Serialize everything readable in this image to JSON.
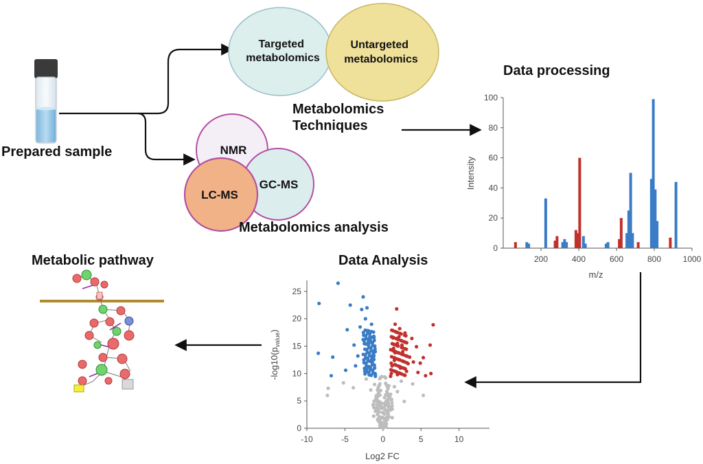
{
  "labels": {
    "prepared_sample": "Prepared sample",
    "targeted": [
      "Targeted",
      "metabolomics"
    ],
    "untargeted": [
      "Untargeted",
      "metabolomics"
    ],
    "techniques": [
      "Metabolomics",
      "Techniques"
    ],
    "nmr": "NMR",
    "lcms": "LC-MS",
    "gcms": "GC-MS",
    "analysis": "Metabolomics analysis",
    "data_processing": "Data processing",
    "data_analysis": "Data Analysis",
    "metabolic_pathway": "Metabolic pathway"
  },
  "colors": {
    "targeted_fill": "#dcefec",
    "untargeted_fill": "#efe09a",
    "nmr_fill": "#f4eef7",
    "lcms_fill": "#f1b287",
    "gcms_fill": "#dcedee",
    "ring": "#b34fa0",
    "blue": "#3a7cc5",
    "red": "#c0312d",
    "grey": "#bdbdbd",
    "membrane": "#b08a2c"
  },
  "chart_data": [
    {
      "type": "bar",
      "title": "",
      "xlabel": "m/z",
      "ylabel": "Intensity",
      "xlim": [
        0,
        1000
      ],
      "ylim": [
        0,
        100
      ],
      "xticks": [
        200,
        400,
        600,
        800,
        1000
      ],
      "yticks": [
        0,
        20,
        40,
        60,
        80,
        100
      ],
      "series": [
        {
          "name": "",
          "color": "blue",
          "x": [
            125,
            135,
            225,
            315,
            325,
            335,
            425,
            435,
            545,
            555,
            655,
            665,
            675,
            685,
            785,
            795,
            805,
            815,
            915
          ],
          "y": [
            4,
            3,
            33,
            4,
            6,
            4,
            8,
            3,
            3,
            4,
            10,
            25,
            50,
            10,
            46,
            99,
            39,
            18,
            44
          ]
        },
        {
          "name": "",
          "color": "red",
          "x": [
            65,
            275,
            285,
            385,
            395,
            405,
            615,
            625,
            715,
            885
          ],
          "y": [
            4,
            5,
            8,
            12,
            10,
            60,
            6,
            20,
            4,
            7
          ]
        }
      ]
    },
    {
      "type": "scatter",
      "title": "",
      "xlabel": "Log2 FC",
      "ylabel": "-log10(p_value)",
      "xlim": [
        -10,
        14
      ],
      "ylim": [
        0,
        27
      ],
      "xticks": [
        -10,
        -5,
        0,
        5,
        10
      ],
      "yticks": [
        0,
        5,
        10,
        15,
        20,
        25
      ],
      "series": [
        {
          "name": "",
          "color": "blue",
          "points": [
            [
              -8.4,
              22.8
            ],
            [
              -8.5,
              13.7
            ],
            [
              -5.9,
              26.5
            ],
            [
              -4.3,
              22.5
            ],
            [
              -4.7,
              18.0
            ],
            [
              -6.6,
              13.0
            ],
            [
              -3.8,
              15.2
            ],
            [
              -4.9,
              10.6
            ],
            [
              -2.6,
              24.0
            ],
            [
              -2.8,
              21.7
            ],
            [
              -2.3,
              20.0
            ],
            [
              -1.9,
              17.8
            ],
            [
              -3.0,
              18.5
            ],
            [
              -1.6,
              15.8
            ],
            [
              -1.3,
              14.0
            ],
            [
              -1.8,
              12.3
            ],
            [
              -1.1,
              11.0
            ],
            [
              -2.0,
              10.3
            ],
            [
              -3.3,
              13.2
            ],
            [
              -2.6,
              16.2
            ],
            [
              -1.2,
              16.8
            ],
            [
              -1.5,
              19.0
            ],
            [
              -2.1,
              22.0
            ],
            [
              -1.4,
              12.0
            ],
            [
              -1.0,
              9.7
            ],
            [
              -2.3,
              12.8
            ],
            [
              -3.6,
              11.4
            ],
            [
              -6.8,
              9.6
            ],
            [
              -1.7,
              10.9
            ],
            [
              -1.2,
              13.3
            ]
          ]
        },
        {
          "name": "",
          "color": "red",
          "points": [
            [
              1.8,
              21.8
            ],
            [
              1.6,
              19.0
            ],
            [
              2.2,
              18.2
            ],
            [
              3.0,
              16.9
            ],
            [
              1.3,
              16.5
            ],
            [
              1.9,
              15.5
            ],
            [
              2.6,
              14.0
            ],
            [
              3.5,
              13.0
            ],
            [
              4.4,
              14.9
            ],
            [
              6.2,
              15.2
            ],
            [
              6.6,
              18.9
            ],
            [
              4.9,
              11.9
            ],
            [
              6.3,
              10.0
            ],
            [
              5.6,
              9.6
            ],
            [
              1.1,
              10.0
            ],
            [
              1.5,
              12.4
            ],
            [
              2.3,
              11.0
            ],
            [
              3.1,
              10.4
            ],
            [
              1.6,
              13.8
            ],
            [
              2.9,
              17.4
            ],
            [
              4.0,
              12.1
            ],
            [
              1.2,
              11.4
            ],
            [
              3.8,
              16.4
            ],
            [
              4.6,
              10.2
            ],
            [
              1.9,
              9.8
            ],
            [
              2.5,
              15.2
            ],
            [
              1.4,
              14.6
            ],
            [
              5.3,
              12.9
            ],
            [
              3.3,
              11.8
            ],
            [
              2.1,
              16.7
            ]
          ]
        },
        {
          "name": "",
          "color": "grey",
          "points": [
            [
              -7.3,
              6.0
            ],
            [
              -7.2,
              7.3
            ],
            [
              -5.2,
              8.3
            ],
            [
              -3.9,
              7.4
            ],
            [
              -2.2,
              9.0
            ],
            [
              -1.6,
              7.0
            ],
            [
              -0.9,
              5.0
            ],
            [
              -0.5,
              3.0
            ],
            [
              -0.2,
              2.0
            ],
            [
              0.0,
              1.0
            ],
            [
              0.3,
              3.4
            ],
            [
              0.6,
              4.4
            ],
            [
              -0.7,
              1.6
            ],
            [
              1.0,
              6.2
            ],
            [
              1.5,
              7.6
            ],
            [
              2.4,
              8.6
            ],
            [
              3.9,
              8.1
            ],
            [
              5.3,
              6.0
            ],
            [
              1.9,
              6.7
            ],
            [
              -1.3,
              4.3
            ],
            [
              0.2,
              5.6
            ],
            [
              -0.3,
              6.9
            ],
            [
              0.8,
              2.1
            ],
            [
              -1.1,
              8.0
            ],
            [
              2.8,
              4.9
            ]
          ]
        }
      ]
    }
  ]
}
